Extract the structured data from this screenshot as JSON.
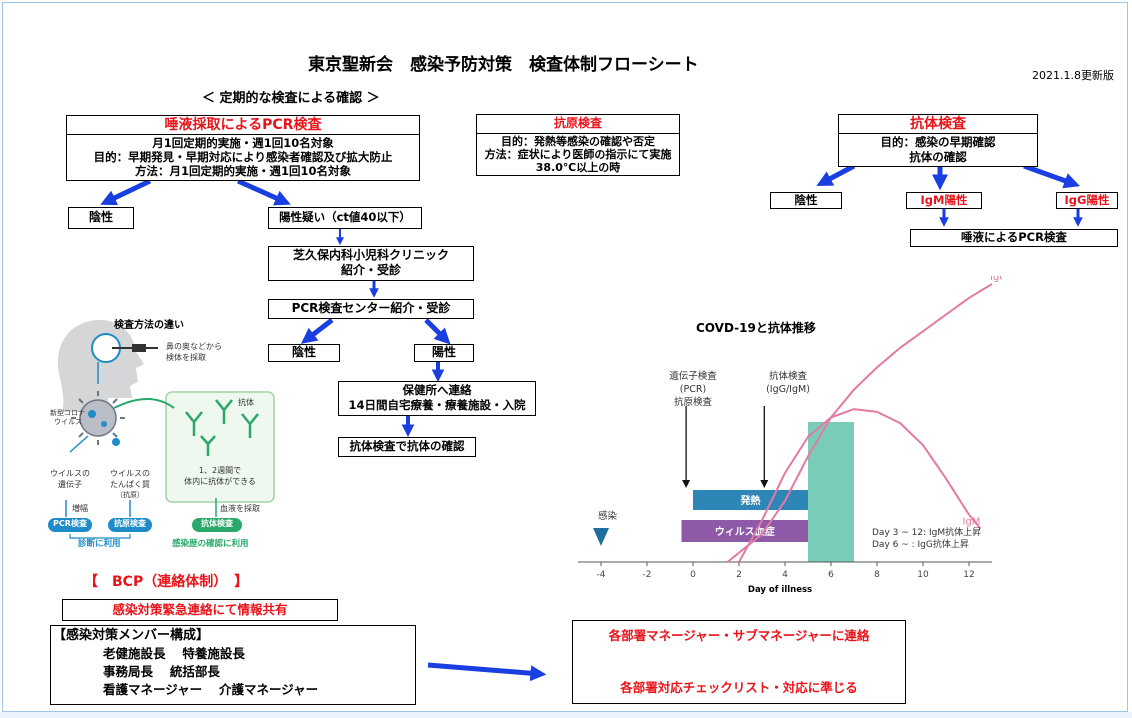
{
  "title": "東京聖新会　感染予防対策　検査体制フローシート",
  "version": "2021.1.8更新版",
  "section_heading": "＜ 定期的な検査による確認 ＞",
  "pcr": {
    "title": "唾液採取によるPCR検査",
    "lines": [
      "月1回定期的実施・週1回10名対象",
      "目的：早期発見・早期対応により感染者確認及び拡大防止",
      "方法：月1回定期的実施・週1回10名対象"
    ],
    "negative": "陰性",
    "suspect": "陽性疑い（ct値40以下）",
    "clinic_lines": [
      "芝久保内科小児科クリニック",
      "紹介・受診"
    ],
    "center": "PCR検査センター紹介・受診",
    "center_negative": "陰性",
    "center_positive": "陽性",
    "health_lines": [
      "保健所へ連絡",
      "14日間自宅療養・療養施設・入院"
    ],
    "antibody_confirm": "抗体検査で抗体の確認"
  },
  "antigen": {
    "title": "抗原検査",
    "lines": [
      "目的：発熱等感染の確認や否定",
      "方法：症状により医師の指示にて実施",
      "38.0℃以上の時"
    ]
  },
  "antibody": {
    "title": "抗体検査",
    "lines": [
      "目的：感染の早期確認",
      "抗体の確認"
    ],
    "negative": "陰性",
    "igm": "IgM陽性",
    "igg": "IgG陽性",
    "saliva_pcr": "唾液によるPCR検査"
  },
  "illustration": {
    "title": "検査方法の違い",
    "nose_note_1": "鼻の奥などから",
    "nose_note_2": "検体を採取",
    "virus_label_1": "新型コロナ",
    "virus_label_2": "ウイルス",
    "antibody_label": "抗体",
    "gene_1": "ウイルスの",
    "gene_2": "遺伝子",
    "protein_1": "ウイルスの",
    "protein_2": "たんぱく質",
    "protein_3": "（抗原）",
    "weeks_1": "1、2週間で",
    "weeks_2": "体内に抗体ができる",
    "amplify": "増幅",
    "blood": "血液を採取",
    "btn_pcr": "PCR検査",
    "btn_antigen": "抗原検査",
    "btn_antibody": "抗体検査",
    "diag_use": "診断に利用",
    "history_use": "感染歴の確認に利用"
  },
  "bcp": {
    "heading": "【　BCP（連絡体制）　】",
    "share": "感染対策緊急連絡にて情報共有",
    "members_title": "【感染対策メンバー構成】",
    "members_lines": [
      "老健施設長　 特養施設長",
      "事務局長　 統括部長",
      "看護マネージャー　 介護マネージャー"
    ],
    "contact": "各部署マネージャー・サブマネージャーに連絡",
    "follow": "各部署対応チェックリスト・対応に準じる"
  },
  "chart_data": {
    "type": "line",
    "title": "COVD-19と抗体推移",
    "xlabel": "Day of illness",
    "xlim": [
      -5,
      13
    ],
    "x_ticks": [
      -4,
      -2,
      0,
      2,
      4,
      6,
      8,
      10,
      12
    ],
    "series": [
      {
        "name": "IgG",
        "x": [
          1.5,
          3,
          4,
          5,
          6,
          7,
          8,
          9,
          10,
          11,
          12,
          13
        ],
        "y": [
          0,
          0.1,
          0.22,
          0.38,
          0.52,
          0.62,
          0.7,
          0.77,
          0.83,
          0.89,
          0.95,
          1.0
        ]
      },
      {
        "name": "IgM",
        "x": [
          2,
          3,
          4,
          5,
          6,
          7,
          8,
          9,
          10,
          11,
          12,
          12.5
        ],
        "y": [
          0,
          0.15,
          0.32,
          0.45,
          0.52,
          0.55,
          0.54,
          0.5,
          0.42,
          0.3,
          0.17,
          0.12
        ]
      }
    ],
    "annotations": {
      "pcr_label_1": "遺伝子検査",
      "pcr_label_2": "(PCR)",
      "pcr_label_3": "抗原検査",
      "ab_label_1": "抗体検査",
      "ab_label_2": "(IgG/IgM)",
      "fever": "発熱",
      "viremia": "ウィルス血症",
      "infection": "感染",
      "note_1": "Day 3 ~ 12: IgM抗体上昇",
      "note_2": "Day 6 ~ :   IgG抗体上昇",
      "fever_range": [
        0,
        5
      ],
      "viremia_range": [
        -0.5,
        5
      ],
      "antibody_window": [
        5,
        7
      ],
      "infection_day": -4
    }
  },
  "colors": {
    "arrow": "#1a3fe0",
    "red_text": "#e8141a",
    "chart_curve": "#e27aa4",
    "fever_bar": "#2e86b6",
    "viremia_bar": "#8e5aa8",
    "antibody_window": "#40b89a",
    "illus_blue": "#1e8cc8",
    "illus_green": "#2aa86a"
  }
}
